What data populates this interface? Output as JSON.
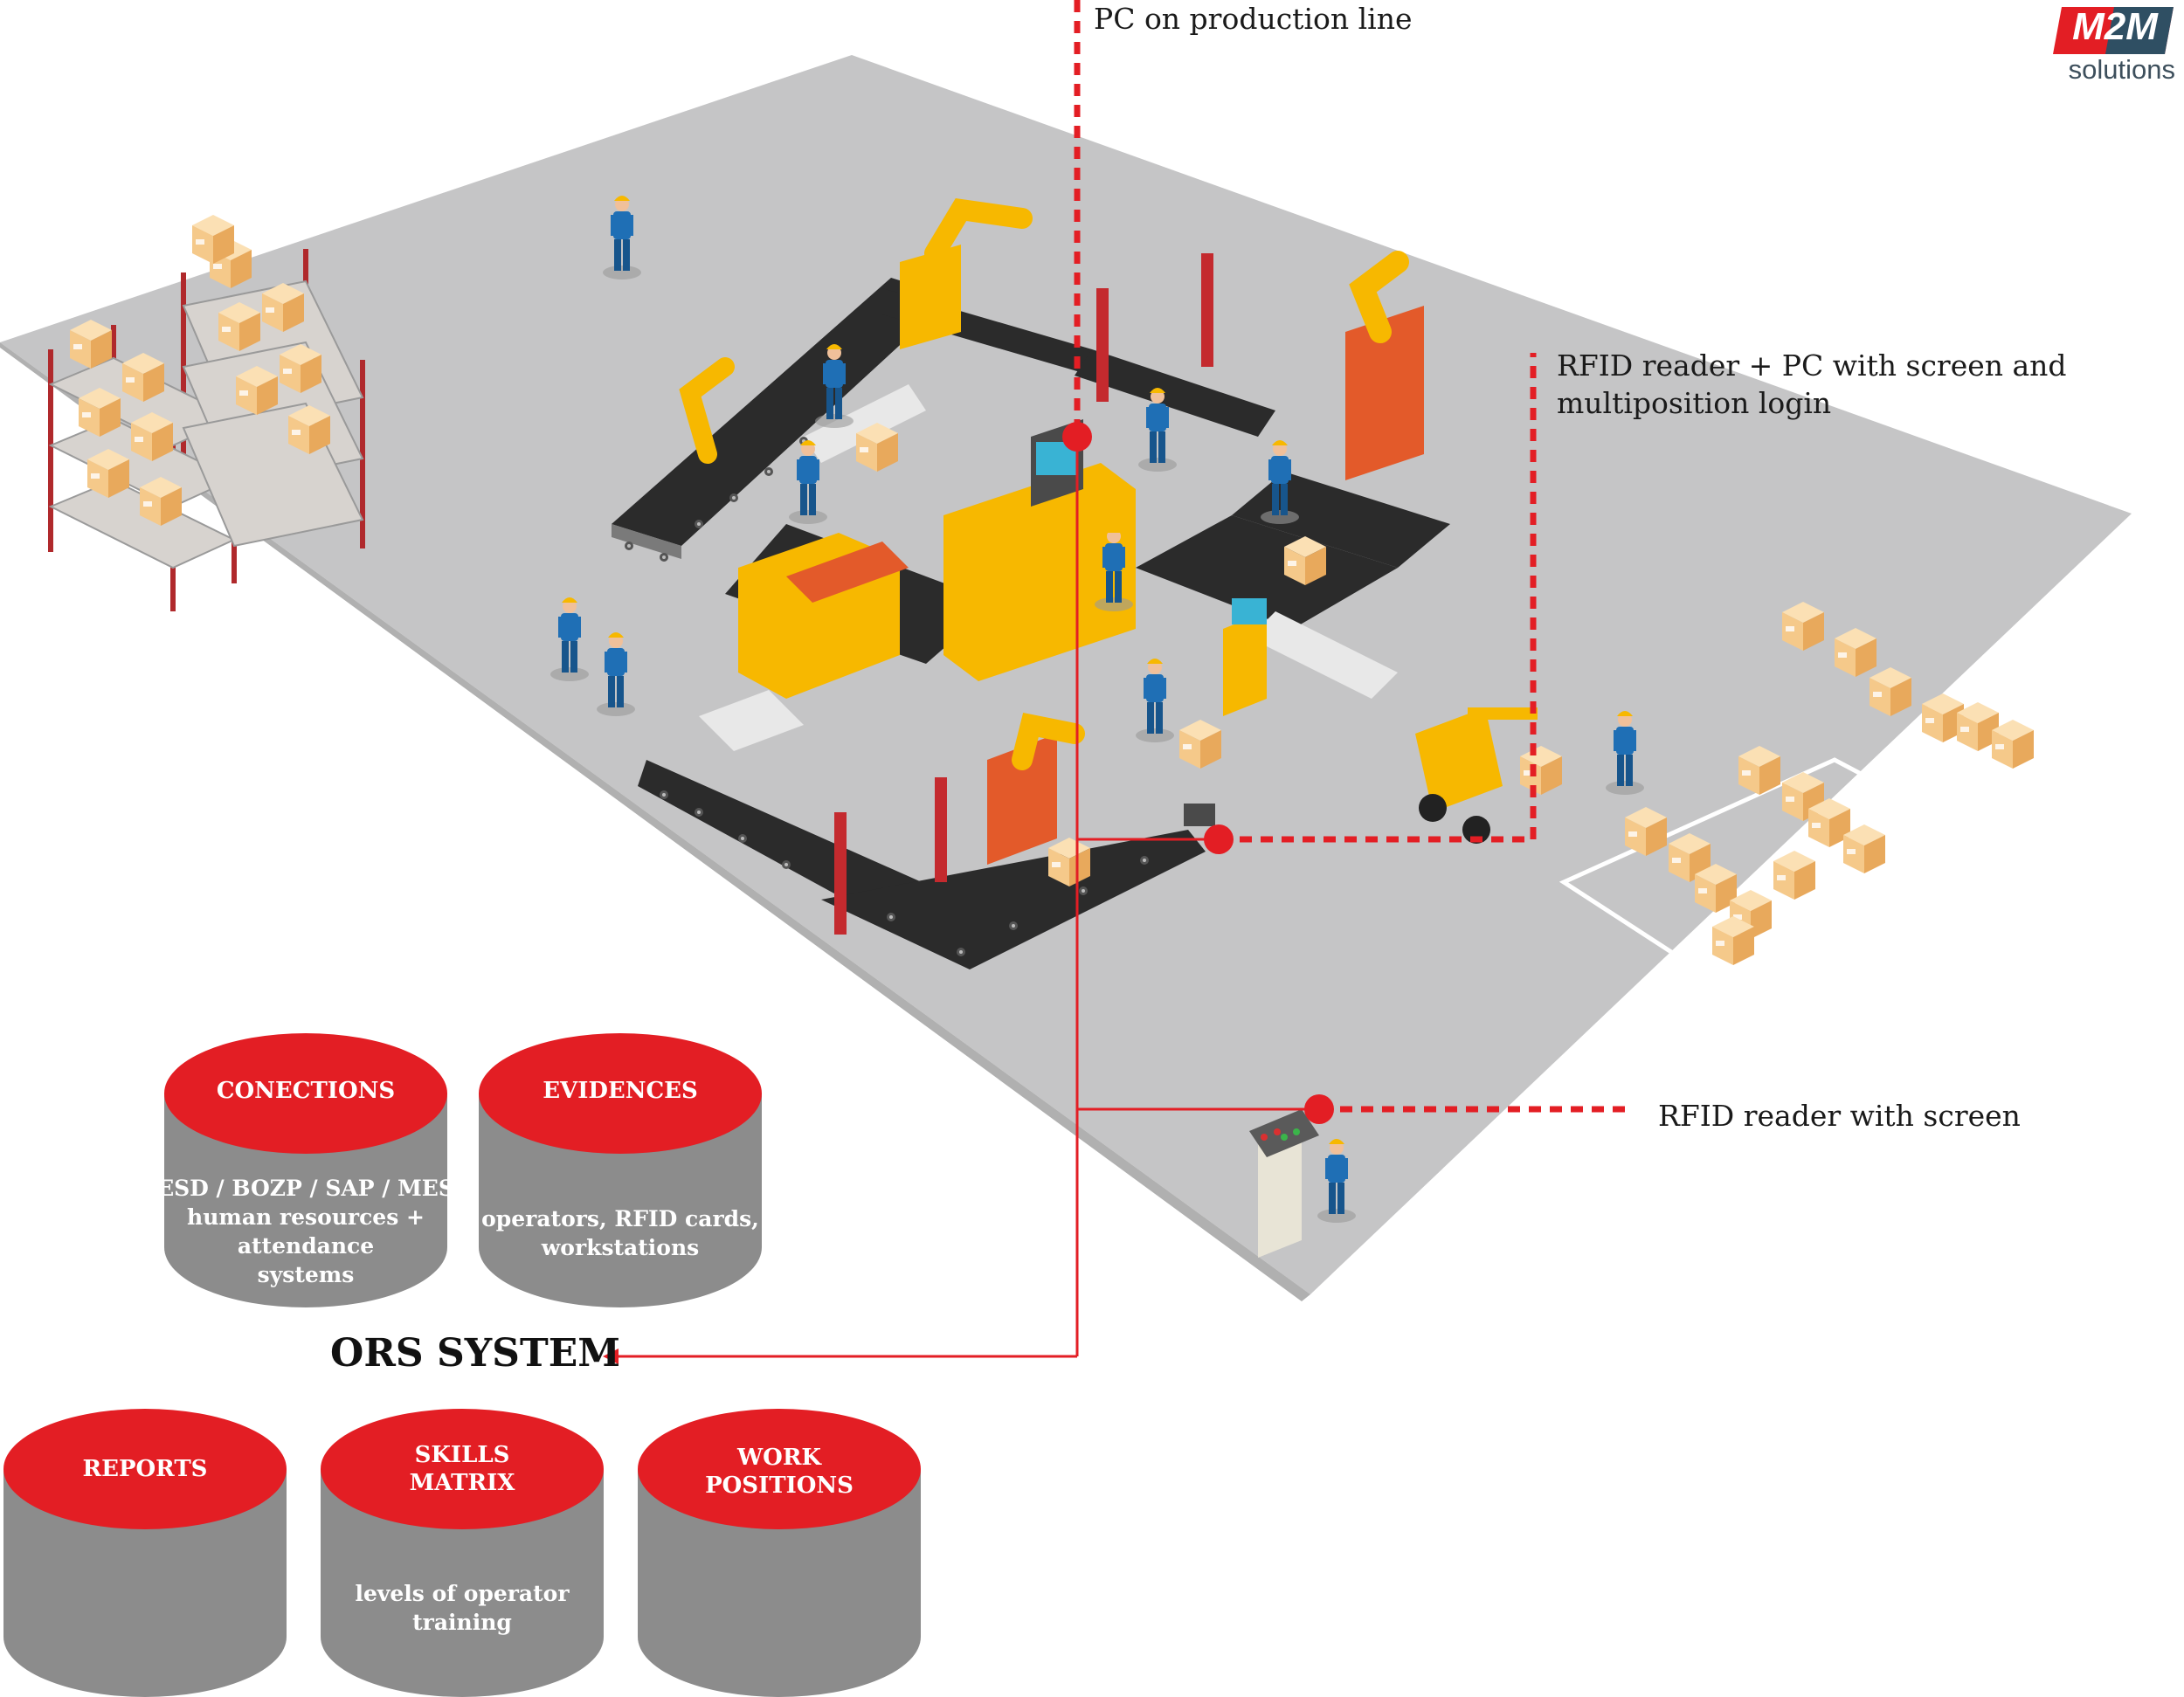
{
  "callouts": {
    "pc_line": "PC on production line",
    "rfid_pc_line1": "RFID reader + PC with screen and",
    "rfid_pc_line2": "multiposition login",
    "rfid_screen": "RFID reader with screen"
  },
  "ors_system": "ORS SYSTEM",
  "modules": {
    "conections": {
      "title": "CONECTIONS",
      "lines": [
        "ESD / BOZP / SAP / MES",
        "human resources +",
        "attendance",
        "systems"
      ]
    },
    "evidences": {
      "title": "EVIDENCES",
      "lines": [
        "operators, RFID cards,",
        "workstations"
      ]
    },
    "reports": {
      "title": "REPORTS"
    },
    "skills": {
      "title_lines": [
        "SKILLS",
        "MATRIX"
      ],
      "lines": [
        "levels of operator",
        "training"
      ]
    },
    "positions": {
      "title_lines": [
        "WORK",
        "POSITIONS"
      ]
    }
  },
  "logo": {
    "brand": "M2M",
    "sub": "solutions"
  },
  "colors": {
    "accent_red": "#e31e24",
    "cylinder_gray": "#8c8c8c",
    "floor_gray": "#c4c4c4",
    "box": "#f5c98a",
    "machine_yellow": "#f7b800"
  },
  "icons": [
    "conveyor-belt-icon",
    "robot-arm-icon",
    "worker-icon",
    "forklift-icon",
    "pallet-boxes-icon",
    "storage-rack-icon",
    "kiosk-terminal-icon"
  ]
}
